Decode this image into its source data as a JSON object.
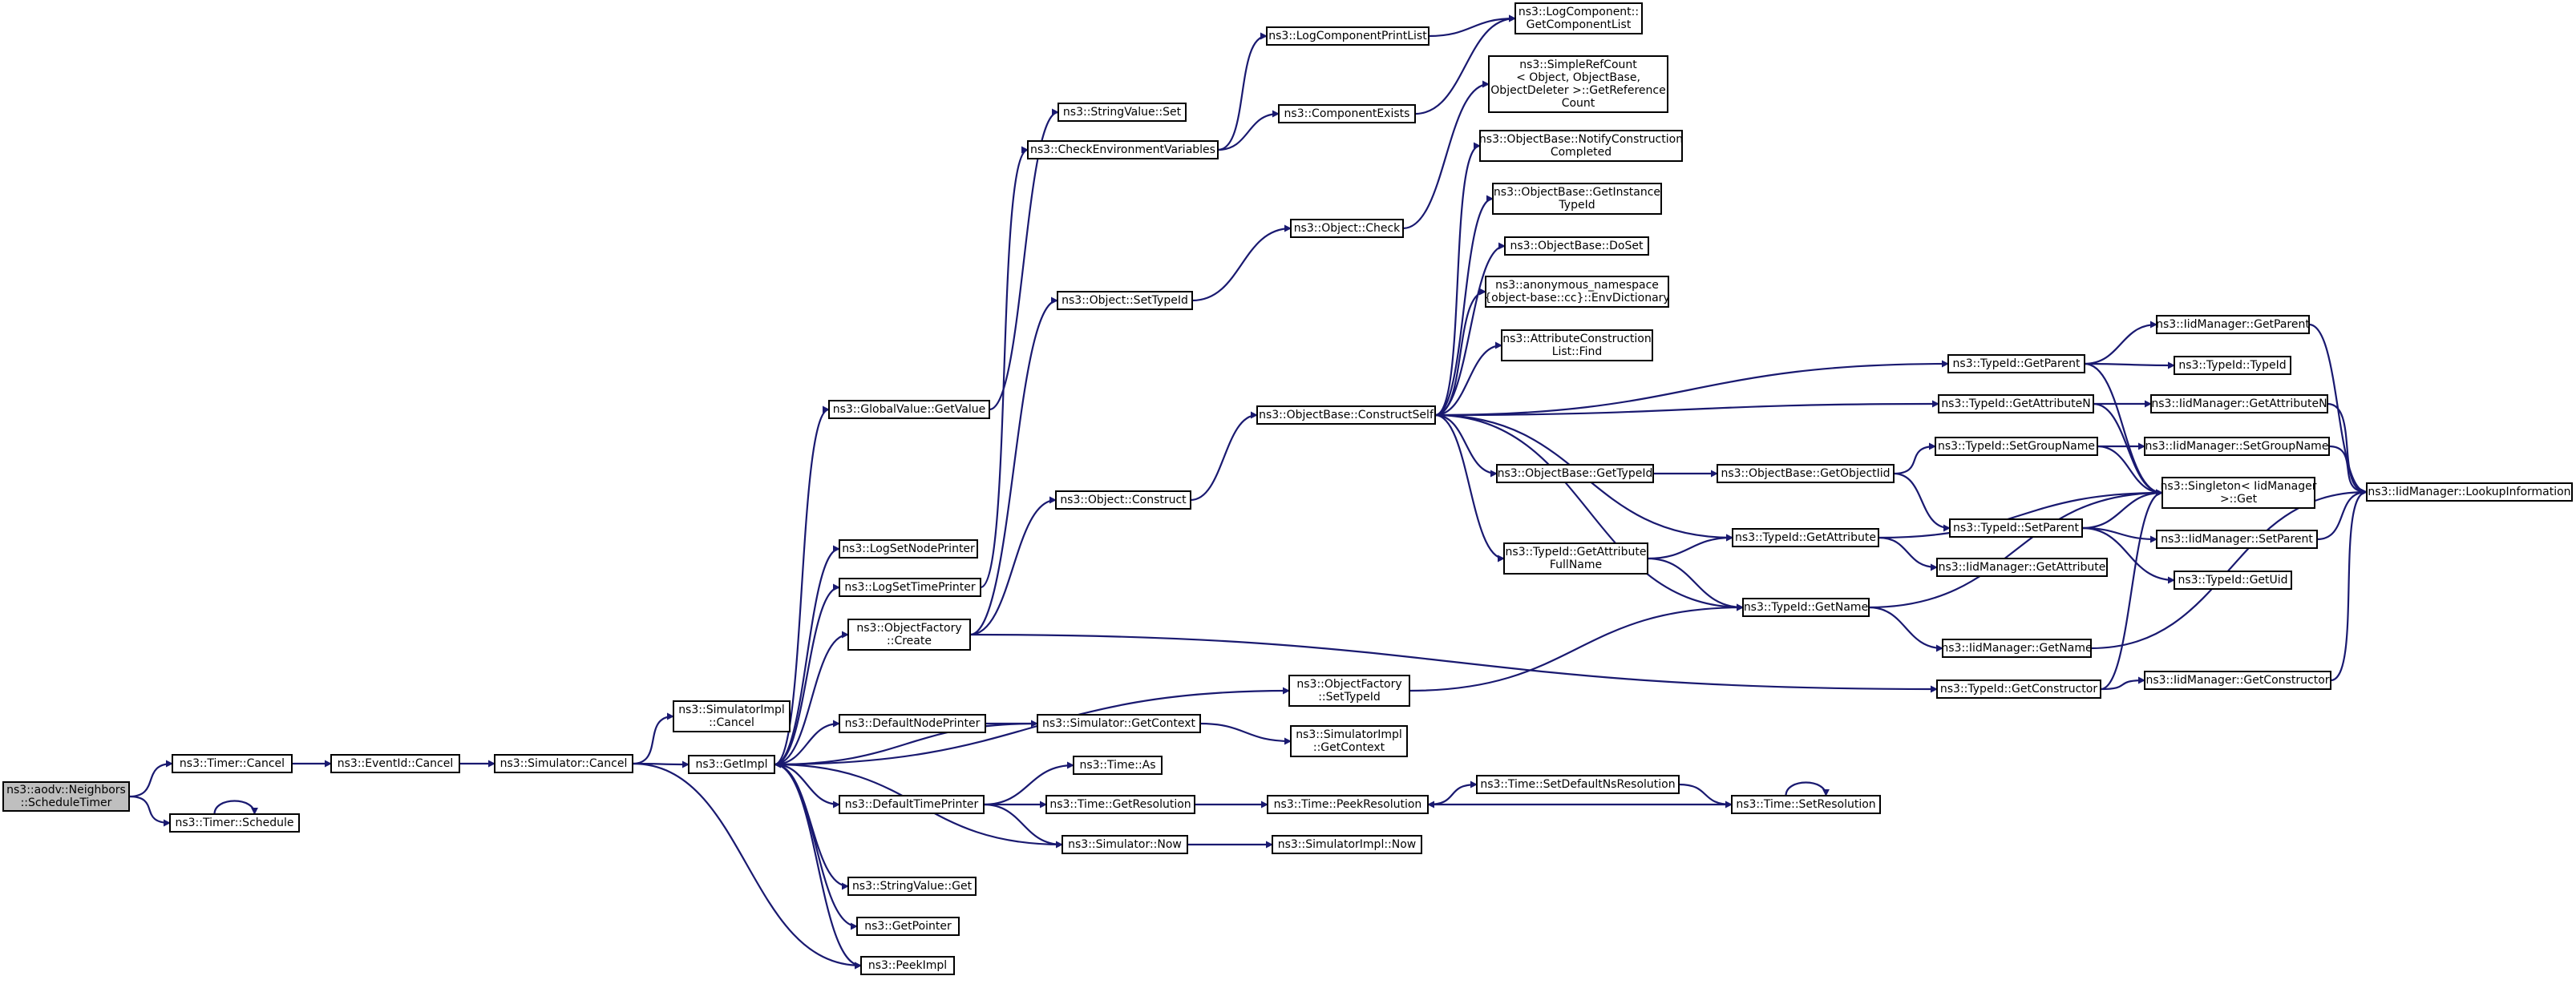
{
  "diagram": {
    "root": "schedule_timer",
    "nodes": [
      {
        "id": "schedule_timer",
        "lines": [
          "ns3::aodv::Neighbors",
          "::ScheduleTimer"
        ]
      },
      {
        "id": "timer_cancel",
        "lines": [
          "ns3::Timer::Cancel"
        ]
      },
      {
        "id": "timer_schedule",
        "lines": [
          "ns3::Timer::Schedule"
        ]
      },
      {
        "id": "eventid_cancel",
        "lines": [
          "ns3::EventId::Cancel"
        ]
      },
      {
        "id": "simulator_cancel",
        "lines": [
          "ns3::Simulator::Cancel"
        ]
      },
      {
        "id": "simulatorimpl_cancel",
        "lines": [
          "ns3::SimulatorImpl",
          "::Cancel"
        ]
      },
      {
        "id": "getimpl",
        "lines": [
          "ns3::GetImpl"
        ]
      },
      {
        "id": "globalvalue_getvalue",
        "lines": [
          "ns3::GlobalValue::GetValue"
        ]
      },
      {
        "id": "logsetnodeprinter",
        "lines": [
          "ns3::LogSetNodePrinter"
        ]
      },
      {
        "id": "logsettimeprinter",
        "lines": [
          "ns3::LogSetTimePrinter"
        ]
      },
      {
        "id": "objectfactory_create",
        "lines": [
          "ns3::ObjectFactory",
          "::Create"
        ]
      },
      {
        "id": "defaultnodeprinter",
        "lines": [
          "ns3::DefaultNodePrinter"
        ]
      },
      {
        "id": "defaulttimeprinter",
        "lines": [
          "ns3::DefaultTimePrinter"
        ]
      },
      {
        "id": "stringvalue_get",
        "lines": [
          "ns3::StringValue::Get"
        ]
      },
      {
        "id": "getpointer",
        "lines": [
          "ns3::GetPointer"
        ]
      },
      {
        "id": "peekimpl",
        "lines": [
          "ns3::PeekImpl"
        ]
      },
      {
        "id": "stringvalue_set",
        "lines": [
          "ns3::StringValue::Set"
        ]
      },
      {
        "id": "checkenvvars",
        "lines": [
          "ns3::CheckEnvironmentVariables"
        ]
      },
      {
        "id": "object_settypeid",
        "lines": [
          "ns3::Object::SetTypeId"
        ]
      },
      {
        "id": "object_construct",
        "lines": [
          "ns3::Object::Construct"
        ]
      },
      {
        "id": "objectfactory_settypeid",
        "lines": [
          "ns3::ObjectFactory",
          "::SetTypeId"
        ]
      },
      {
        "id": "simulator_getcontext",
        "lines": [
          "ns3::Simulator::GetContext"
        ]
      },
      {
        "id": "time_as",
        "lines": [
          "ns3::Time::As"
        ]
      },
      {
        "id": "time_getresolution",
        "lines": [
          "ns3::Time::GetResolution"
        ]
      },
      {
        "id": "simulator_now",
        "lines": [
          "ns3::Simulator::Now"
        ]
      },
      {
        "id": "logcomponentprintlist",
        "lines": [
          "ns3::LogComponentPrintList"
        ]
      },
      {
        "id": "componentexists",
        "lines": [
          "ns3::ComponentExists"
        ]
      },
      {
        "id": "object_check",
        "lines": [
          "ns3::Object::Check"
        ]
      },
      {
        "id": "objectbase_constructself",
        "lines": [
          "ns3::ObjectBase::ConstructSelf"
        ]
      },
      {
        "id": "simulatorimpl_getcontext",
        "lines": [
          "ns3::SimulatorImpl",
          "::GetContext"
        ]
      },
      {
        "id": "time_peekresolution",
        "lines": [
          "ns3::Time::PeekResolution"
        ]
      },
      {
        "id": "simulatorimpl_now",
        "lines": [
          "ns3::SimulatorImpl::Now"
        ]
      },
      {
        "id": "logcomponent_getcomponentlist",
        "lines": [
          "ns3::LogComponent::",
          "GetComponentList"
        ]
      },
      {
        "id": "simplerefcount",
        "lines": [
          "ns3::SimpleRefCount",
          "< Object, ObjectBase,",
          "ObjectDeleter >::GetReference",
          "Count"
        ]
      },
      {
        "id": "notifyconstruction",
        "lines": [
          "ns3::ObjectBase::NotifyConstruction",
          "Completed"
        ]
      },
      {
        "id": "getinstancetypeid",
        "lines": [
          "ns3::ObjectBase::GetInstance",
          "TypeId"
        ]
      },
      {
        "id": "doset",
        "lines": [
          "ns3::ObjectBase::DoSet"
        ]
      },
      {
        "id": "envdictionary",
        "lines": [
          "ns3::anonymous_namespace",
          "{object-base::cc}::EnvDictionary"
        ]
      },
      {
        "id": "attrconstructionlist_find",
        "lines": [
          "ns3::AttributeConstruction",
          "List::Find"
        ]
      },
      {
        "id": "objectbase_gettypeid",
        "lines": [
          "ns3::ObjectBase::GetTypeId"
        ]
      },
      {
        "id": "typeid_getattributefullname",
        "lines": [
          "ns3::TypeId::GetAttribute",
          "FullName"
        ]
      },
      {
        "id": "time_setdefaultnsresolution",
        "lines": [
          "ns3::Time::SetDefaultNsResolution"
        ]
      },
      {
        "id": "objectbase_getobjectiid",
        "lines": [
          "ns3::ObjectBase::GetObjectIid"
        ]
      },
      {
        "id": "typeid_getattribute",
        "lines": [
          "ns3::TypeId::GetAttribute"
        ]
      },
      {
        "id": "typeid_getname",
        "lines": [
          "ns3::TypeId::GetName"
        ]
      },
      {
        "id": "time_setresolution",
        "lines": [
          "ns3::Time::SetResolution"
        ]
      },
      {
        "id": "typeid_getparent",
        "lines": [
          "ns3::TypeId::GetParent"
        ]
      },
      {
        "id": "typeid_getattributen",
        "lines": [
          "ns3::TypeId::GetAttributeN"
        ]
      },
      {
        "id": "typeid_setgroupname",
        "lines": [
          "ns3::TypeId::SetGroupName"
        ]
      },
      {
        "id": "typeid_setparent",
        "lines": [
          "ns3::TypeId::SetParent"
        ]
      },
      {
        "id": "iidmanager_getattribute",
        "lines": [
          "ns3::IidManager::GetAttribute"
        ]
      },
      {
        "id": "iidmanager_getname",
        "lines": [
          "ns3::IidManager::GetName"
        ]
      },
      {
        "id": "typeid_getconstructor",
        "lines": [
          "ns3::TypeId::GetConstructor"
        ]
      },
      {
        "id": "iidmanager_getparent",
        "lines": [
          "ns3::IidManager::GetParent"
        ]
      },
      {
        "id": "typeid_typeid",
        "lines": [
          "ns3::TypeId::TypeId"
        ]
      },
      {
        "id": "iidmanager_getattributen",
        "lines": [
          "ns3::IidManager::GetAttributeN"
        ]
      },
      {
        "id": "iidmanager_setgroupname",
        "lines": [
          "ns3::IidManager::SetGroupName"
        ]
      },
      {
        "id": "singleton_get",
        "lines": [
          "ns3::Singleton< IidManager",
          ">::Get"
        ]
      },
      {
        "id": "iidmanager_setparent",
        "lines": [
          "ns3::IidManager::SetParent"
        ]
      },
      {
        "id": "typeid_getuid",
        "lines": [
          "ns3::TypeId::GetUid"
        ]
      },
      {
        "id": "iidmanager_getconstructor",
        "lines": [
          "ns3::IidManager::GetConstructor"
        ]
      },
      {
        "id": "iidmanager_lookupinformation",
        "lines": [
          "ns3::IidManager::LookupInformation"
        ]
      }
    ],
    "edges": [
      [
        "schedule_timer",
        "timer_cancel"
      ],
      [
        "schedule_timer",
        "timer_schedule"
      ],
      [
        "timer_schedule",
        "timer_schedule"
      ],
      [
        "timer_cancel",
        "eventid_cancel"
      ],
      [
        "eventid_cancel",
        "simulator_cancel"
      ],
      [
        "simulator_cancel",
        "simulatorimpl_cancel"
      ],
      [
        "simulator_cancel",
        "getimpl"
      ],
      [
        "simulator_cancel",
        "peekimpl"
      ],
      [
        "getimpl",
        "globalvalue_getvalue"
      ],
      [
        "getimpl",
        "logsetnodeprinter"
      ],
      [
        "getimpl",
        "logsettimeprinter"
      ],
      [
        "getimpl",
        "objectfactory_create"
      ],
      [
        "getimpl",
        "objectfactory_settypeid"
      ],
      [
        "getimpl",
        "defaultnodeprinter"
      ],
      [
        "getimpl",
        "defaulttimeprinter"
      ],
      [
        "getimpl",
        "stringvalue_get"
      ],
      [
        "getimpl",
        "getpointer"
      ],
      [
        "getimpl",
        "peekimpl"
      ],
      [
        "globalvalue_getvalue",
        "stringvalue_set"
      ],
      [
        "logsettimeprinter",
        "checkenvvars"
      ],
      [
        "objectfactory_create",
        "object_settypeid"
      ],
      [
        "objectfactory_create",
        "object_construct"
      ],
      [
        "objectfactory_create",
        "typeid_getconstructor"
      ],
      [
        "defaultnodeprinter",
        "simulator_getcontext"
      ],
      [
        "simulator_getcontext",
        "getimpl"
      ],
      [
        "simulator_getcontext",
        "simulatorimpl_getcontext"
      ],
      [
        "defaulttimeprinter",
        "time_as"
      ],
      [
        "defaulttimeprinter",
        "time_getresolution"
      ],
      [
        "defaulttimeprinter",
        "simulator_now"
      ],
      [
        "simulator_now",
        "getimpl"
      ],
      [
        "simulator_now",
        "simulatorimpl_now"
      ],
      [
        "checkenvvars",
        "logcomponentprintlist"
      ],
      [
        "checkenvvars",
        "componentexists"
      ],
      [
        "logcomponentprintlist",
        "logcomponent_getcomponentlist"
      ],
      [
        "componentexists",
        "logcomponent_getcomponentlist"
      ],
      [
        "object_settypeid",
        "object_check"
      ],
      [
        "object_check",
        "simplerefcount"
      ],
      [
        "object_construct",
        "objectbase_constructself"
      ],
      [
        "objectfactory_settypeid",
        "typeid_getname"
      ],
      [
        "time_getresolution",
        "time_peekresolution"
      ],
      [
        "time_peekresolution",
        "time_setdefaultnsresolution"
      ],
      [
        "time_setdefaultnsresolution",
        "time_setresolution"
      ],
      [
        "time_setresolution",
        "time_peekresolution"
      ],
      [
        "time_setresolution",
        "time_setresolution"
      ],
      [
        "objectbase_constructself",
        "notifyconstruction"
      ],
      [
        "objectbase_constructself",
        "getinstancetypeid"
      ],
      [
        "objectbase_constructself",
        "doset"
      ],
      [
        "objectbase_constructself",
        "envdictionary"
      ],
      [
        "objectbase_constructself",
        "attrconstructionlist_find"
      ],
      [
        "objectbase_constructself",
        "typeid_getparent"
      ],
      [
        "objectbase_constructself",
        "typeid_getattributen"
      ],
      [
        "objectbase_constructself",
        "objectbase_gettypeid"
      ],
      [
        "objectbase_constructself",
        "typeid_getattribute"
      ],
      [
        "objectbase_constructself",
        "typeid_getattributefullname"
      ],
      [
        "objectbase_constructself",
        "typeid_getname"
      ],
      [
        "objectbase_gettypeid",
        "objectbase_getobjectiid"
      ],
      [
        "objectbase_getobjectiid",
        "typeid_setgroupname"
      ],
      [
        "objectbase_getobjectiid",
        "typeid_setparent"
      ],
      [
        "typeid_getattributefullname",
        "typeid_getattribute"
      ],
      [
        "typeid_getattributefullname",
        "typeid_getname"
      ],
      [
        "typeid_getattribute",
        "singleton_get"
      ],
      [
        "typeid_getattribute",
        "iidmanager_getattribute"
      ],
      [
        "typeid_getname",
        "singleton_get"
      ],
      [
        "typeid_getname",
        "iidmanager_getname"
      ],
      [
        "typeid_getparent",
        "iidmanager_getparent"
      ],
      [
        "typeid_getparent",
        "typeid_typeid"
      ],
      [
        "typeid_getparent",
        "singleton_get"
      ],
      [
        "typeid_getattributen",
        "iidmanager_getattributen"
      ],
      [
        "typeid_getattributen",
        "singleton_get"
      ],
      [
        "typeid_setgroupname",
        "iidmanager_setgroupname"
      ],
      [
        "typeid_setgroupname",
        "singleton_get"
      ],
      [
        "typeid_setparent",
        "singleton_get"
      ],
      [
        "typeid_setparent",
        "iidmanager_setparent"
      ],
      [
        "typeid_setparent",
        "typeid_getuid"
      ],
      [
        "typeid_getconstructor",
        "singleton_get"
      ],
      [
        "typeid_getconstructor",
        "iidmanager_getconstructor"
      ],
      [
        "iidmanager_getparent",
        "iidmanager_lookupinformation"
      ],
      [
        "iidmanager_getattributen",
        "iidmanager_lookupinformation"
      ],
      [
        "iidmanager_setgroupname",
        "iidmanager_lookupinformation"
      ],
      [
        "iidmanager_setparent",
        "iidmanager_lookupinformation"
      ],
      [
        "iidmanager_getname",
        "iidmanager_lookupinformation"
      ],
      [
        "iidmanager_getconstructor",
        "iidmanager_lookupinformation"
      ]
    ]
  },
  "colors": {
    "edge": "#191970",
    "node_border": "#000000",
    "node_fill": "#ffffff",
    "root_fill": "#bfbfbf"
  }
}
